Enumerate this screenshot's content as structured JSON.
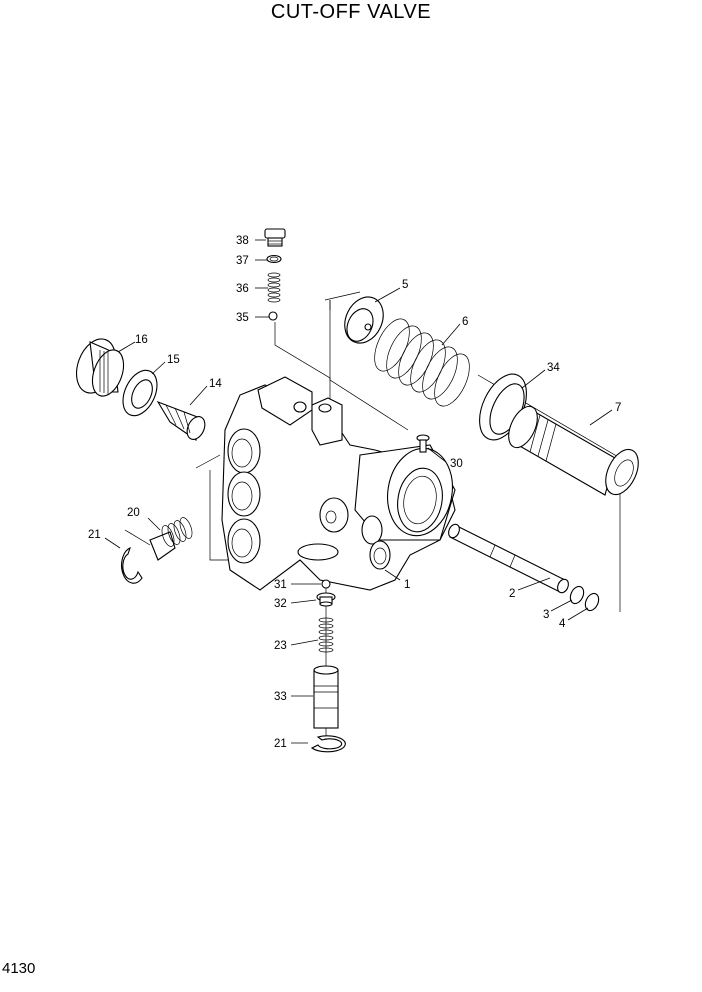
{
  "title": "CUT-OFF VALVE",
  "page_number": "4130",
  "callouts": {
    "c1": "1",
    "c2": "2",
    "c3": "3",
    "c4": "4",
    "c5": "5",
    "c6": "6",
    "c7": "7",
    "c14": "14",
    "c15": "15",
    "c16": "16",
    "c20": "20",
    "c21a": "21",
    "c21b": "21",
    "c23": "23",
    "c30": "30",
    "c31": "31",
    "c32": "32",
    "c33": "33",
    "c34": "34",
    "c35": "35",
    "c36": "36",
    "c37": "37",
    "c38": "38"
  }
}
